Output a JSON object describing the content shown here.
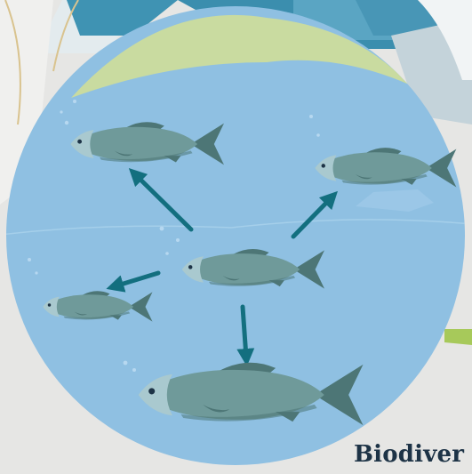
{
  "caption": "Biodiver",
  "colors": {
    "background": "#e6e6e4",
    "water": "#8fc0e2",
    "cap": "#c9dba0",
    "fish_body": "#6f9a9a",
    "fish_fin": "#4d7676",
    "fish_head": "#a9c9cf",
    "arrow": "#136f7f",
    "caption": "#1d3346"
  },
  "diagram": {
    "center_node": "fish-center",
    "nodes": [
      "fish-top-left",
      "fish-top-right",
      "fish-center",
      "fish-left",
      "fish-bottom"
    ],
    "edges": [
      {
        "from": "fish-center",
        "to": "fish-top-left"
      },
      {
        "from": "fish-center",
        "to": "fish-top-right"
      },
      {
        "from": "fish-center",
        "to": "fish-left"
      },
      {
        "from": "fish-center",
        "to": "fish-bottom"
      }
    ]
  }
}
